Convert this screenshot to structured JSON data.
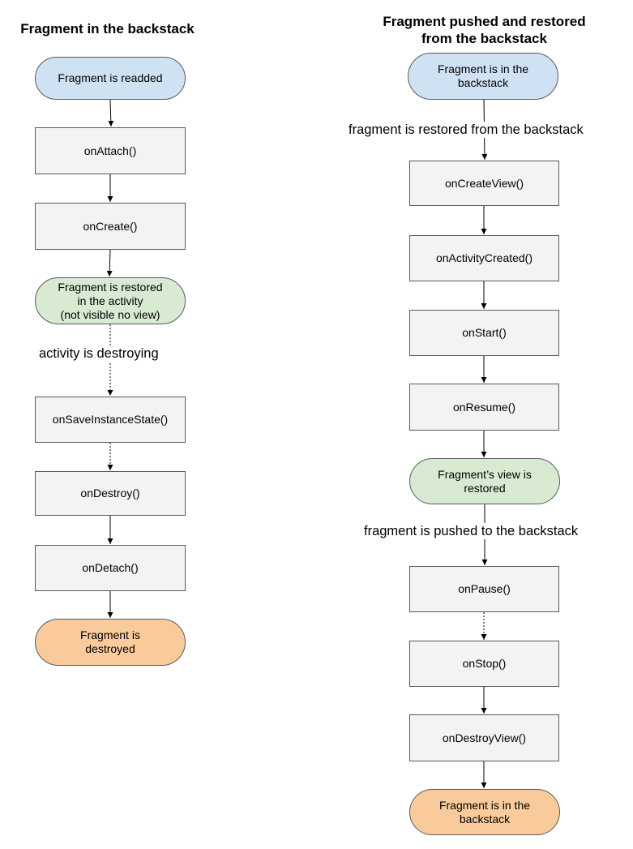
{
  "colors": {
    "start": "#cfe2f3",
    "restored": "#d9ead3",
    "end": "#f9cb9c",
    "process": "#f3f3f3",
    "border": "#595959"
  },
  "left": {
    "title": "Fragment in the backstack",
    "nodes": {
      "readded": "Fragment is readded",
      "on_attach": "onAttach()",
      "on_create": "onCreate()",
      "restored_line1": "Fragment is restored",
      "restored_line2": "in the activity",
      "restored_line3": "(not visible no view)",
      "on_save_instance_state": "onSaveInstanceState()",
      "on_destroy": "onDestroy()",
      "on_detach": "onDetach()",
      "destroyed_line1": "Fragment is",
      "destroyed_line2": "destroyed"
    },
    "edge_label": "activity is destroying"
  },
  "right": {
    "title_line1": "Fragment pushed and restored",
    "title_line2": "from the backstack",
    "nodes": {
      "in_backstack_line1": "Fragment is in the",
      "in_backstack_line2": "backstack",
      "on_create_view": "onCreateView()",
      "on_activity_created": "onActivityCreated()",
      "on_start": "onStart()",
      "on_resume": "onResume()",
      "view_restored_line1": "Fragment’s view is",
      "view_restored_line2": "restored",
      "on_pause": "onPause()",
      "on_stop": "onStop()",
      "on_destroy_view": "onDestroyView()",
      "end_line1": "Fragment is in the",
      "end_line2": "backstack"
    },
    "edge_label_restored": "fragment is restored from the backstack",
    "edge_label_pushed": "fragment is pushed to the backstack"
  }
}
